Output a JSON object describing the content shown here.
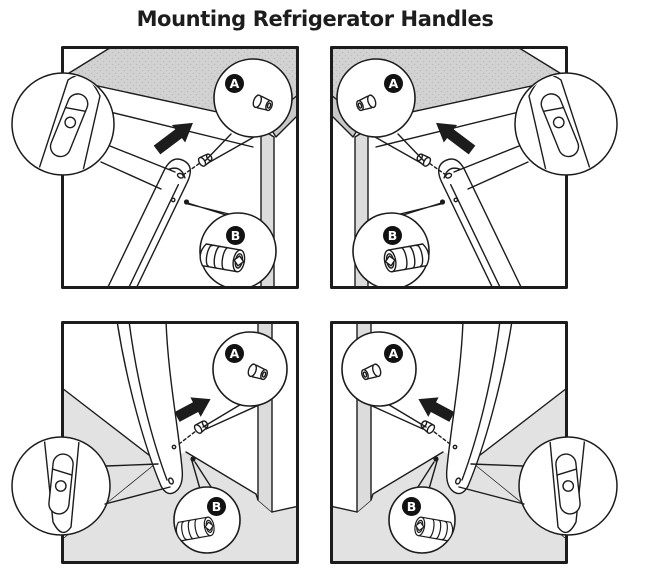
{
  "title": "Mounting Refrigerator Handles",
  "colors": {
    "ink": "#1c1c1c",
    "background": "#ffffff",
    "stipple_gray": "#d2d2d2",
    "stipple_dot": "#bcbcbc",
    "door_gap_gray": "#dcdcdc",
    "corner_gray": "#c9c9c9",
    "shade_gray": "#e2e2e2",
    "badge_black": "#121212"
  },
  "icons": {
    "callout_a_fastener": "shoulder-screw-icon",
    "callout_b_fastener": "set-screw-icon",
    "direction_arrow": "arrow-up-right-icon",
    "detail_lens": "zoom-detail-circle-icon",
    "handle_detail": "handle-end-detail-icon"
  },
  "panels": [
    {
      "name": "top-left",
      "callouts": [
        {
          "label": "A"
        },
        {
          "label": "B"
        }
      ]
    },
    {
      "name": "top-right",
      "callouts": [
        {
          "label": "A"
        },
        {
          "label": "B"
        }
      ]
    },
    {
      "name": "bottom-left",
      "callouts": [
        {
          "label": "A"
        },
        {
          "label": "B"
        }
      ]
    },
    {
      "name": "bottom-right",
      "callouts": [
        {
          "label": "A"
        },
        {
          "label": "B"
        }
      ]
    }
  ]
}
